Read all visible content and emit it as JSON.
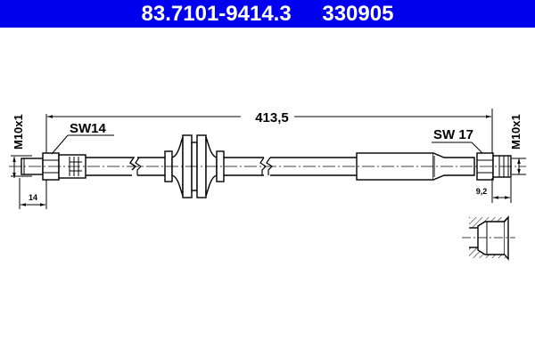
{
  "header": {
    "part_number": "83.7101-9414.3",
    "ref_number": "330905",
    "background": "#0000ee"
  },
  "drawing": {
    "overall_length": "413,5",
    "left_fitting": {
      "wrench_size": "SW14",
      "thread": "M10x1",
      "length": "14"
    },
    "right_fitting": {
      "wrench_size": "SW 17",
      "thread": "M10x1",
      "length": "9,2"
    }
  }
}
